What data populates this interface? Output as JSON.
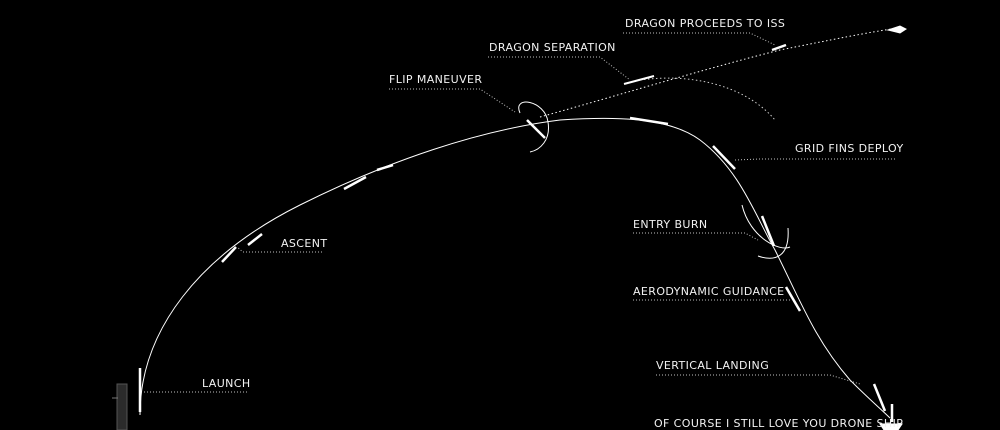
{
  "diagram": {
    "background": "#000000",
    "line_color": "#ffffff",
    "labels": {
      "dragon_proceeds": "DRAGON PROCEEDS TO ISS",
      "dragon_separation": "DRAGON SEPARATION",
      "flip_maneuver": "FLIP MANEUVER",
      "grid_fins": "GRID FINS DEPLOY",
      "ascent": "ASCENT",
      "entry_burn": "ENTRY BURN",
      "aero_guidance": "AERODYNAMIC GUIDANCE",
      "vertical_landing": "VERTICAL LANDING",
      "launch": "LAUNCH",
      "drone_ship": "OF COURSE I STILL LOVE YOU DRONE SHIP"
    }
  }
}
